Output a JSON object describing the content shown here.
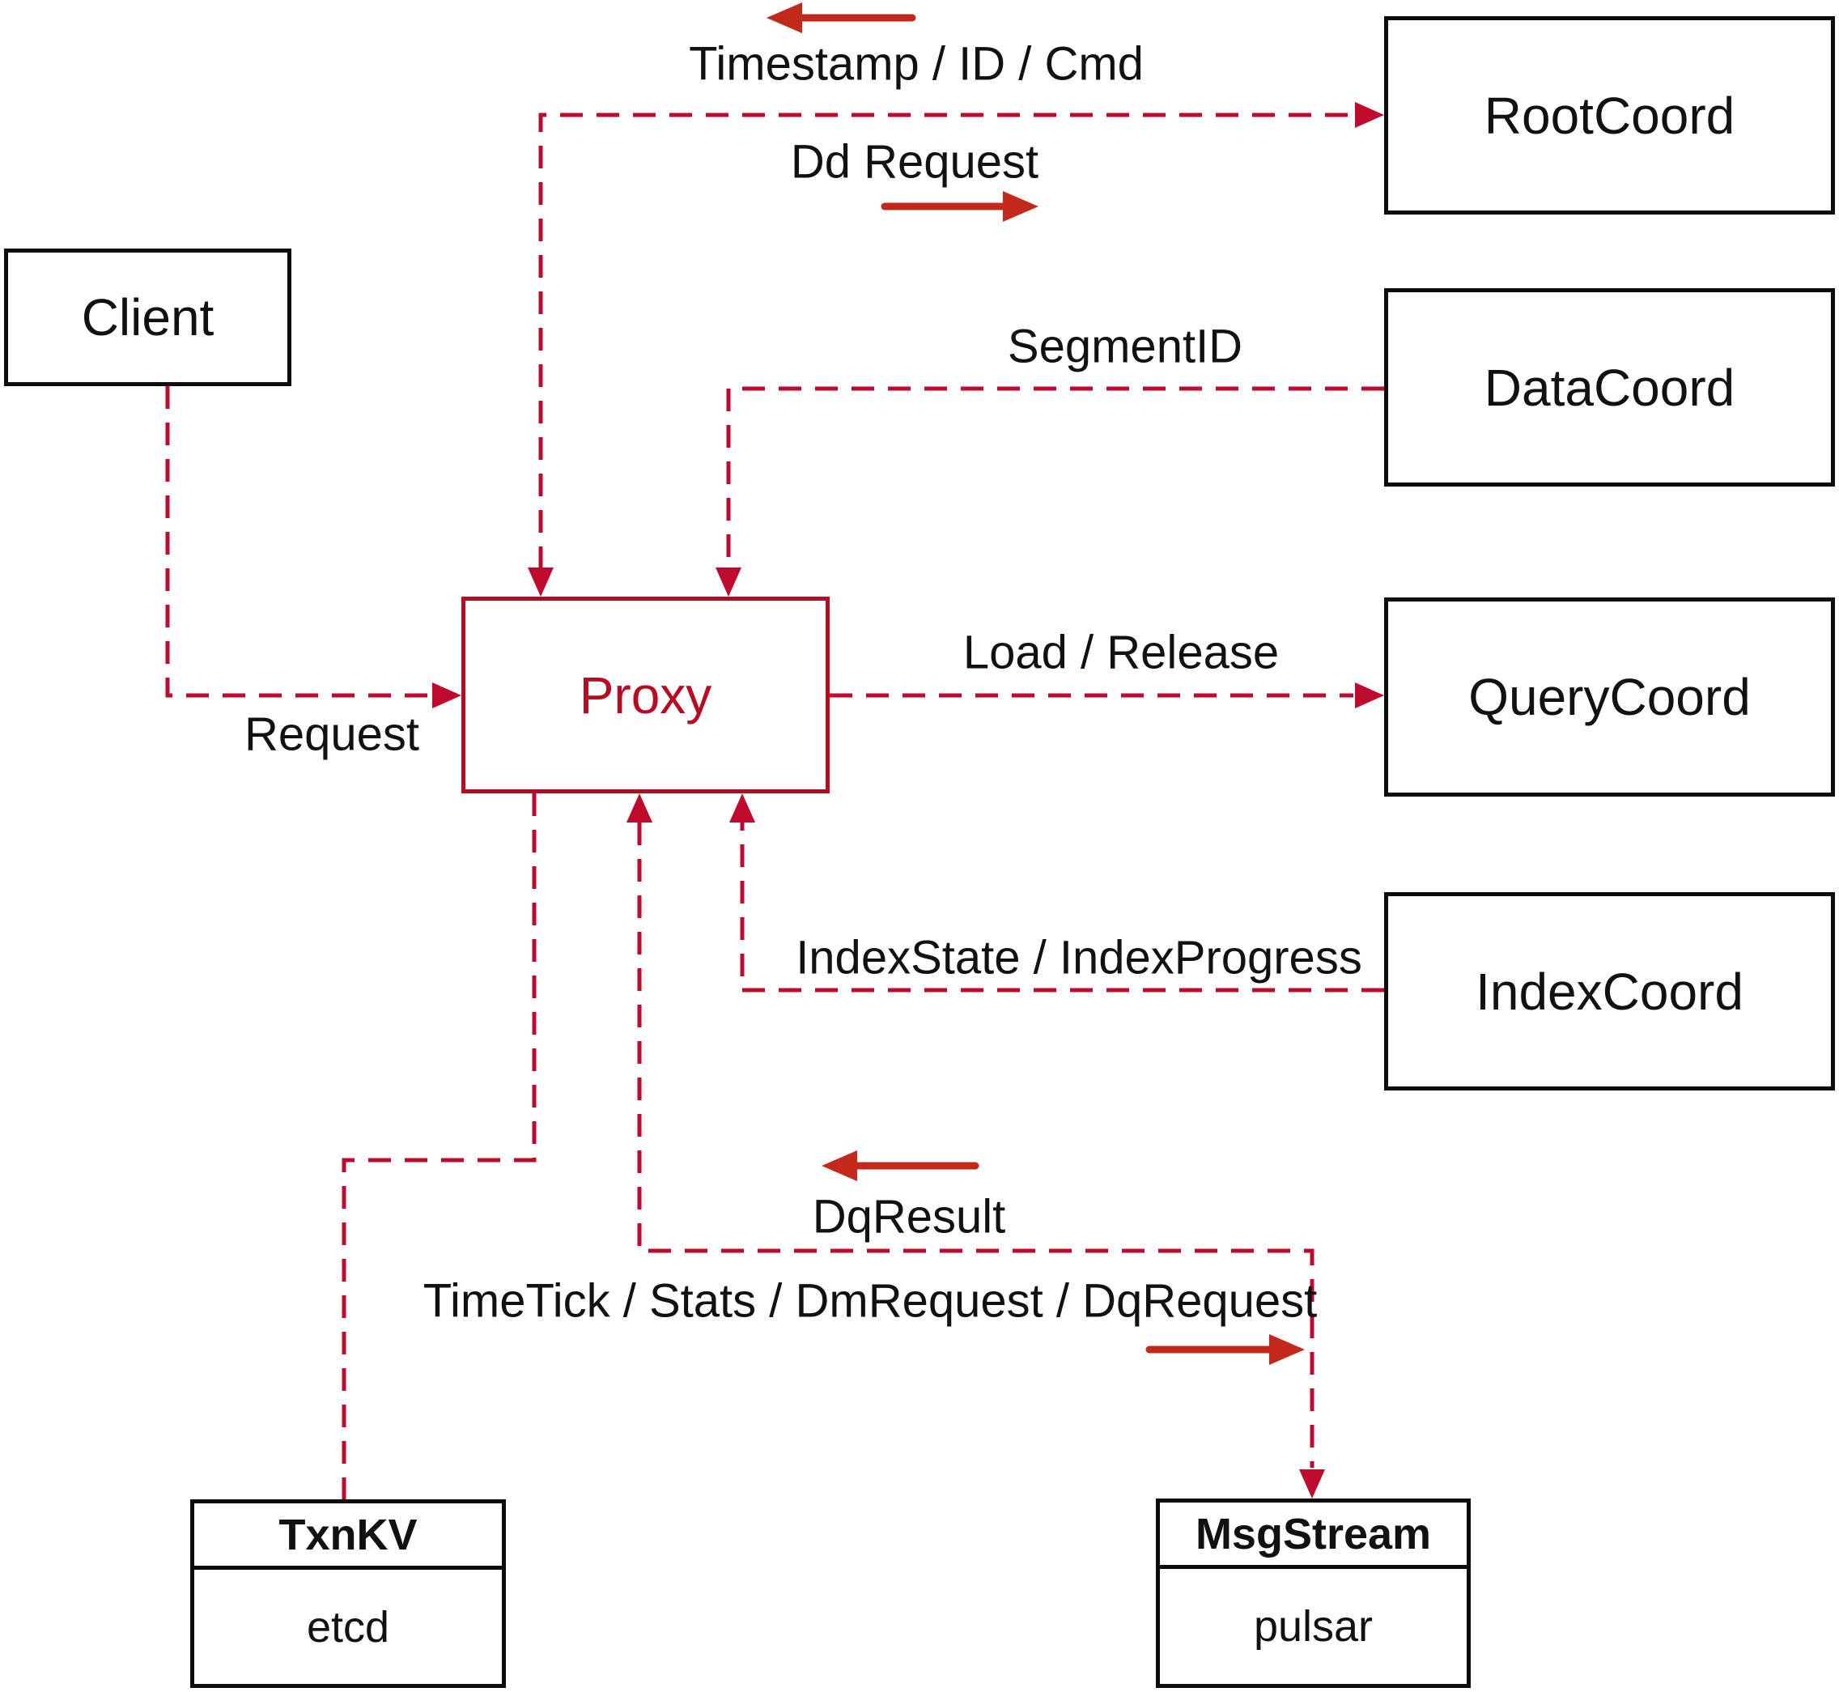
{
  "background": "#FFFFFF",
  "colors": {
    "background": "#FFFFFF",
    "dashed_line": "#BE0A2C",
    "solid_arrow": "#C3291A",
    "proxy_accent": "#B60B23",
    "box_border": "#0D0D0D",
    "text": "#111111"
  },
  "nodes": {
    "client": {
      "label": "Client"
    },
    "proxy": {
      "label": "Proxy"
    },
    "root_coord": {
      "label": "RootCoord"
    },
    "data_coord": {
      "label": "DataCoord"
    },
    "query_coord": {
      "label": "QueryCoord"
    },
    "index_coord": {
      "label": "IndexCoord"
    },
    "txn_kv": {
      "title": "TxnKV",
      "impl": "etcd"
    },
    "msg_stream": {
      "title": "MsgStream",
      "impl": "pulsar"
    }
  },
  "edges": {
    "client_to_proxy": {
      "label": "Request"
    },
    "proxy_rootcoord": {
      "label_to_proxy": "Timestamp / ID / Cmd",
      "label_to_rootcoord": "Dd Request"
    },
    "datacoord_to_proxy": {
      "label": "SegmentID"
    },
    "proxy_to_querycoord": {
      "label": "Load / Release"
    },
    "indexcoord_to_proxy": {
      "label": "IndexState / IndexProgress"
    },
    "proxy_msgstream": {
      "label_to_proxy": "DqResult",
      "label_to_msgstream": "TimeTick / Stats / DmRequest / DqRequest"
    },
    "proxy_txnkv": {
      "label": ""
    }
  }
}
